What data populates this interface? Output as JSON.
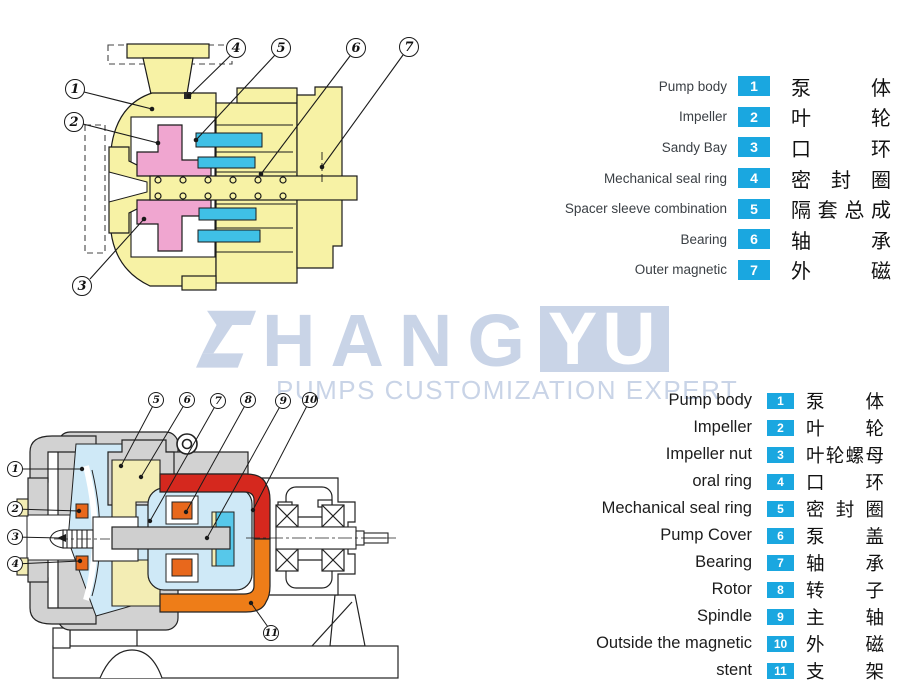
{
  "watermark": {
    "brand_text": "HANG",
    "brand_boxed": "YU",
    "tagline": "PUMPS CUSTOMIZATION EXPERT",
    "color": "#c9d4e7"
  },
  "legend_top": {
    "accent": "#1aa7e0",
    "rows": [
      {
        "num": "1",
        "en": "Pump body",
        "zh": "泵体"
      },
      {
        "num": "2",
        "en": "Impeller",
        "zh": "叶轮"
      },
      {
        "num": "3",
        "en": "Sandy Bay",
        "zh": "口环"
      },
      {
        "num": "4",
        "en": "Mechanical seal ring",
        "zh": "密封圈"
      },
      {
        "num": "5",
        "en": "Spacer sleeve combination",
        "zh": "隔套总成"
      },
      {
        "num": "6",
        "en": "Bearing",
        "zh": "轴承"
      },
      {
        "num": "7",
        "en": "Outer magnetic",
        "zh": "外磁"
      }
    ]
  },
  "legend_bottom": {
    "accent": "#1aa7e0",
    "rows": [
      {
        "num": "1",
        "en": "Pump body",
        "zh": "泵体"
      },
      {
        "num": "2",
        "en": "Impeller",
        "zh": "叶轮"
      },
      {
        "num": "3",
        "en": "Impeller nut",
        "zh": "叶轮螺母"
      },
      {
        "num": "4",
        "en": "oral ring",
        "zh": "口环"
      },
      {
        "num": "5",
        "en": "Mechanical seal ring",
        "zh": "密封圈"
      },
      {
        "num": "6",
        "en": "Pump Cover",
        "zh": "泵盖"
      },
      {
        "num": "7",
        "en": "Bearing",
        "zh": "轴承"
      },
      {
        "num": "8",
        "en": "Rotor",
        "zh": "转子"
      },
      {
        "num": "9",
        "en": "Spindle",
        "zh": "主轴"
      },
      {
        "num": "10",
        "en": "Outside the magnetic",
        "zh": "外磁"
      },
      {
        "num": "11",
        "en": "stent",
        "zh": "支架"
      }
    ]
  },
  "diagram_top": {
    "callouts": [
      "1",
      "2",
      "3",
      "4",
      "5",
      "6",
      "7"
    ],
    "colors": {
      "body": "#f7f2a5",
      "impeller": "#f0a6d0",
      "magnet": "#3fc0e6"
    }
  },
  "diagram_bottom": {
    "callouts": [
      "1",
      "2",
      "3",
      "4",
      "5",
      "6",
      "7",
      "8",
      "9",
      "10",
      "11"
    ],
    "colors": {
      "casing": "#d2d2d2",
      "interior": "#cfe9f7",
      "cover": "#f3edb4",
      "magnet_top": "#d5281e",
      "magnet_bottom": "#ee7d18",
      "inner_magnet": "#e8681c",
      "shell_cyan": "#57c8ea",
      "rotor": "#cfcfcf"
    }
  }
}
